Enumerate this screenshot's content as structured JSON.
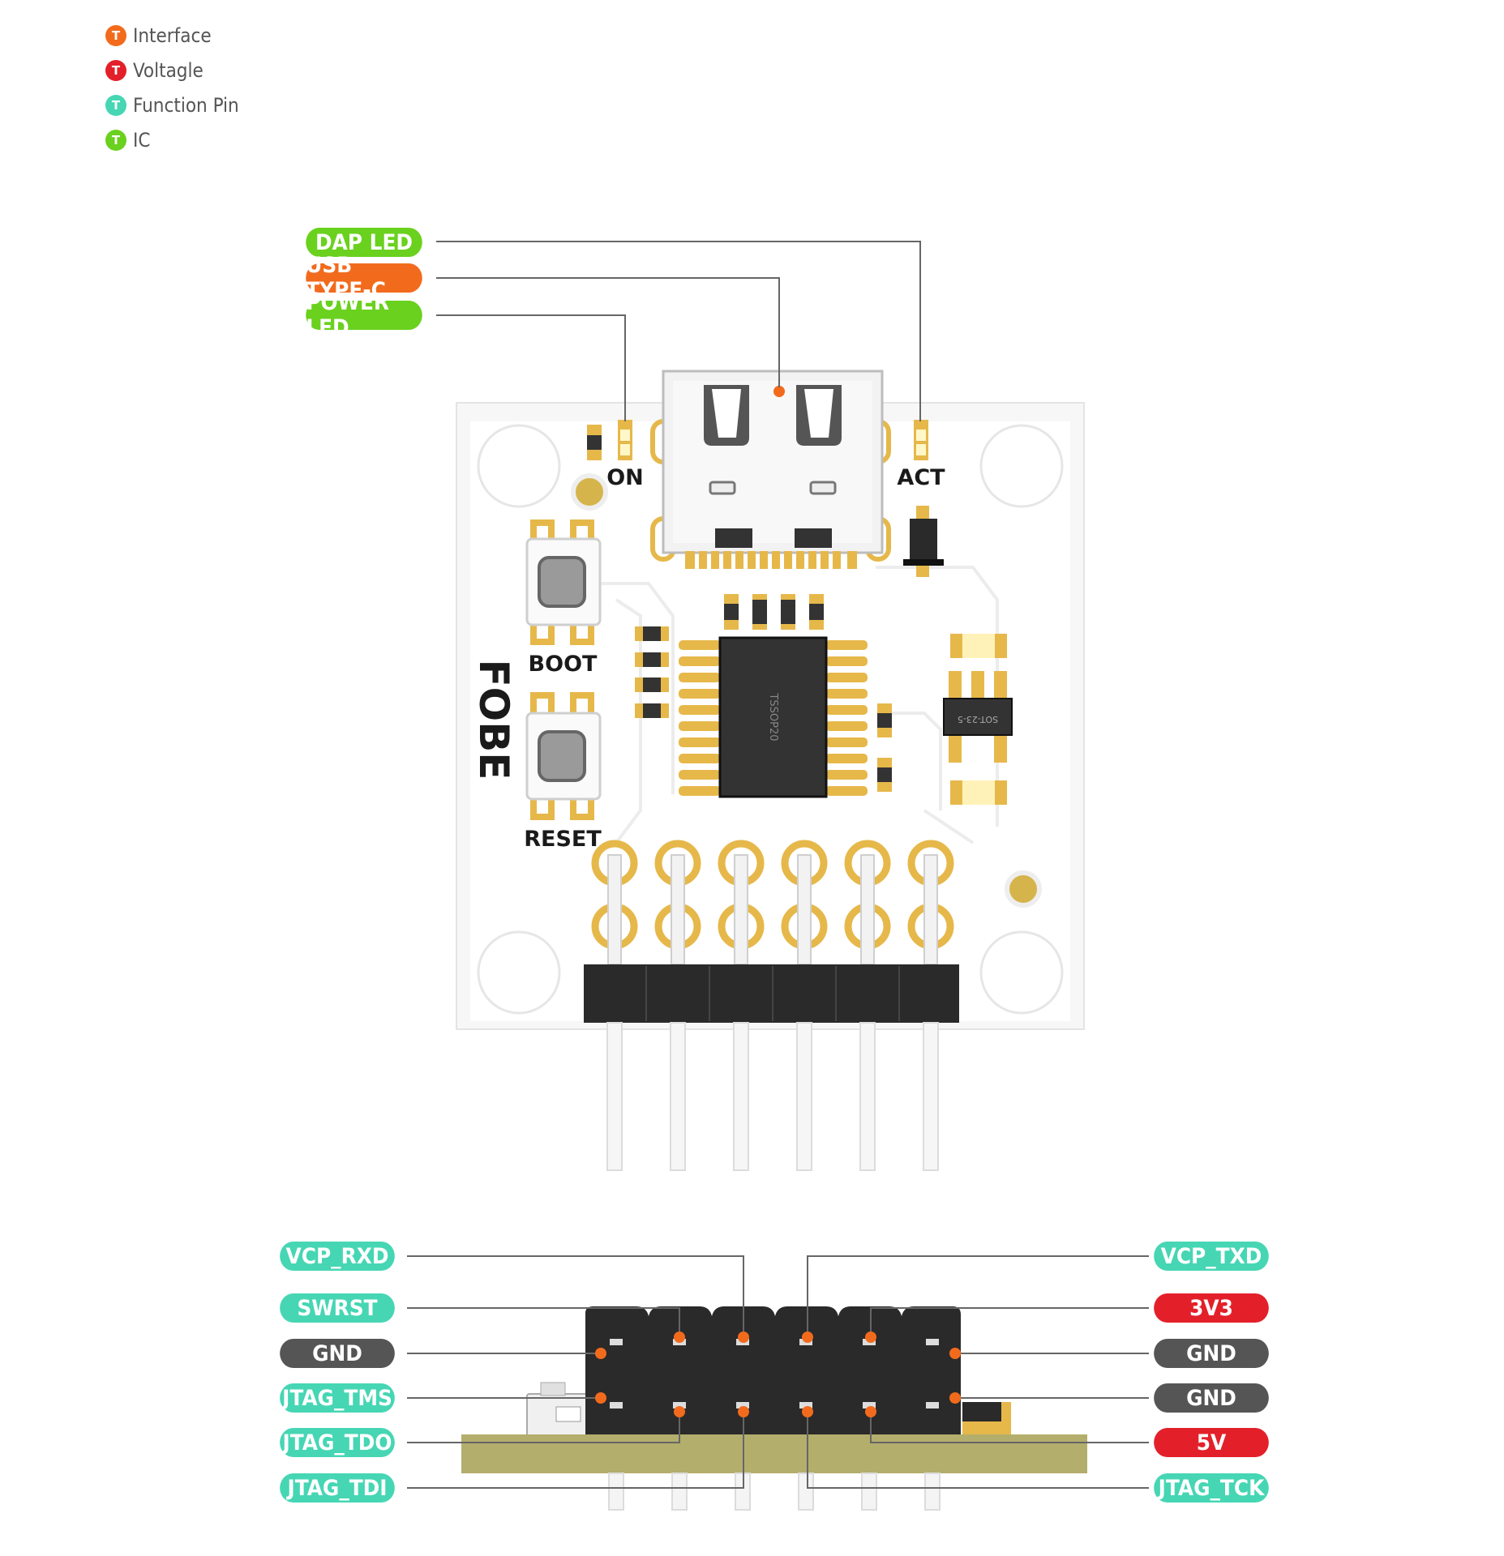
{
  "legend": [
    {
      "glyph": "T",
      "label": "Interface",
      "color": "#f26b1d"
    },
    {
      "glyph": "T",
      "label": "Voltagle",
      "color": "#e3202a"
    },
    {
      "glyph": "T",
      "label": "Function Pin",
      "color": "#46d6b4"
    },
    {
      "glyph": "T",
      "label": "IC",
      "color": "#6ad11e"
    }
  ],
  "top_labels": {
    "dap_led": "DAP LED",
    "usb_type_c": "USB TYPE-C",
    "power_led": "POWER LED"
  },
  "board": {
    "on": "ON",
    "act": "ACT",
    "boot": "BOOT",
    "reset": "RESET",
    "logo": "FOBE",
    "ic_main": "TSSOP20",
    "ic_small": "SOT-23-5"
  },
  "pins_left": [
    "VCP_RXD",
    "SWRST",
    "GND",
    "JTAG_TMS",
    "JTAG_TDO",
    "JTAG_TDI"
  ],
  "pins_right": [
    "VCP_TXD",
    "3V3",
    "GND",
    "GND",
    "5V",
    "JTAG_TCK"
  ],
  "colors": {
    "interface": "#f26b1d",
    "voltage": "#e3202a",
    "function": "#46d6b4",
    "ic": "#6ad11e",
    "gnd": "#555555",
    "pad": "#e6b84a",
    "header": "#2a2a2a",
    "pcb_edge": "#b3ae6c"
  }
}
